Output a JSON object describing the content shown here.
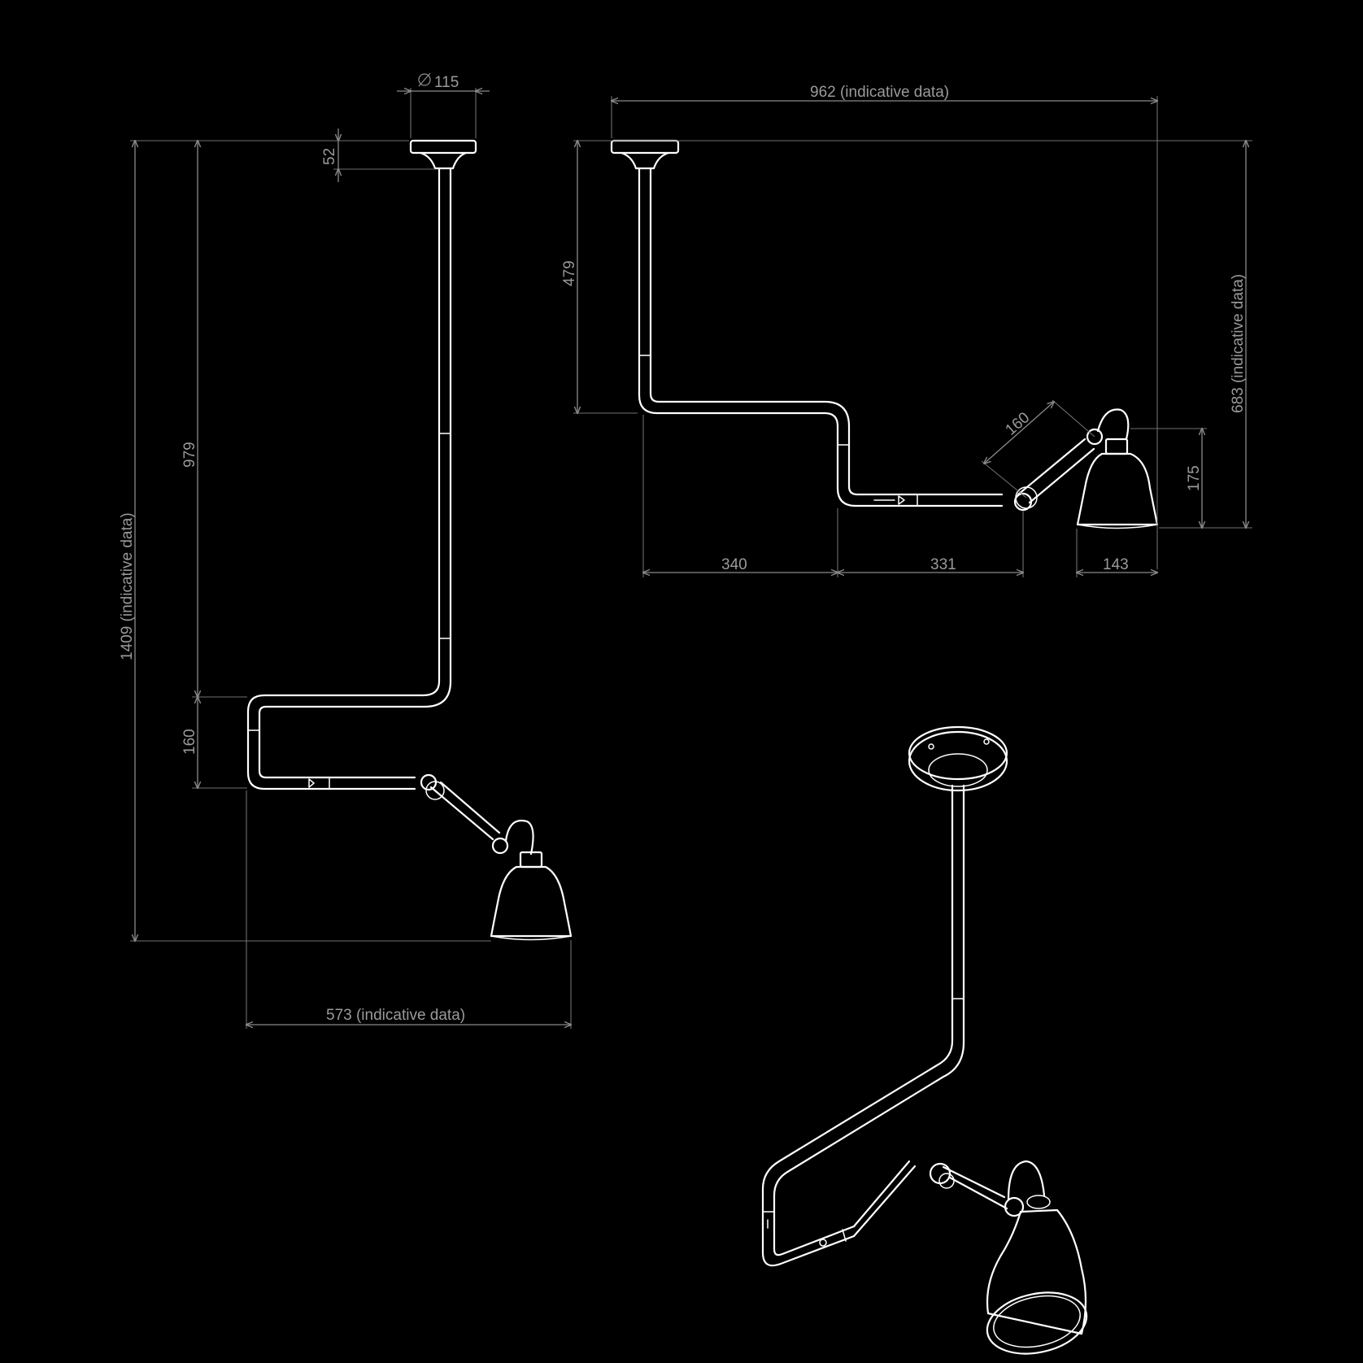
{
  "dimensions": {
    "side_view": {
      "canopy_diameter": "115",
      "canopy_height": "52",
      "drop_length": "979",
      "offset_height": "160",
      "total_height": "1409 (indicative data)",
      "total_width": "573 (indicative data)"
    },
    "front_view": {
      "total_width": "962 (indicative data)",
      "drop_length": "479",
      "total_height": "683 (indicative data)",
      "arm_length": "160",
      "shade_height": "175",
      "segment_a": "340",
      "segment_b": "331",
      "shade_diameter": "143"
    }
  },
  "colors": {
    "background": "#000000",
    "lines": "#ffffff",
    "dimensions": "#8a8a8a"
  }
}
